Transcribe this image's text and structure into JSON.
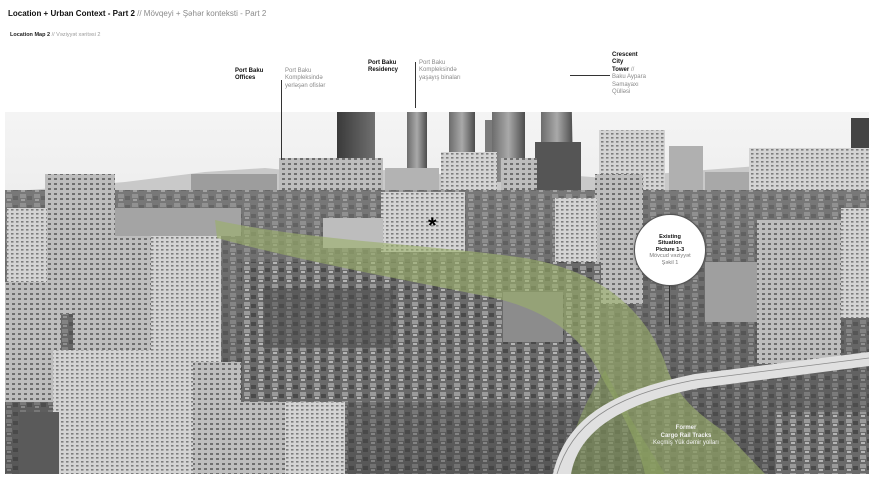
{
  "header": {
    "title_en": "Location + Urban Context - Part 2",
    "title_az": "// Mövqeyi + Şəhər konteksti - Part 2",
    "subtitle_en": "Location Map 2",
    "subtitle_az": "// Vəziyyət xəritəsi 2"
  },
  "annotations": {
    "port_baku_offices": {
      "en": [
        "Port Baku",
        "Offices"
      ],
      "az": [
        "Port Baku",
        "Kompleksində",
        "yerləşən ofislər"
      ]
    },
    "port_baku_residency": {
      "en": [
        "Port Baku",
        "Residency"
      ],
      "az": [
        "Port Baku",
        "Kompleksində",
        "yaşayış binaları"
      ]
    },
    "crescent_city_tower": {
      "en": [
        "Crescent",
        "City",
        "Tower"
      ],
      "az_suffix": "//",
      "az": [
        "Baku Aypara",
        "Səmayaxı",
        "Qülləsi"
      ]
    },
    "existing_situation": {
      "en": [
        "Existing",
        "Situation",
        "Picture 1-3"
      ],
      "az": [
        "Mövcud vəziyyət",
        "Şəkil 1"
      ]
    },
    "former_cargo_rail": {
      "en": [
        "Former",
        "Cargo Rail Tracks"
      ],
      "az": "Keçmiş Yük dəmir yolları"
    },
    "asterisk": "*"
  },
  "colors": {
    "rail_green": "#9bb06a",
    "text_dark": "#111111",
    "text_muted": "#8a8a8a"
  }
}
